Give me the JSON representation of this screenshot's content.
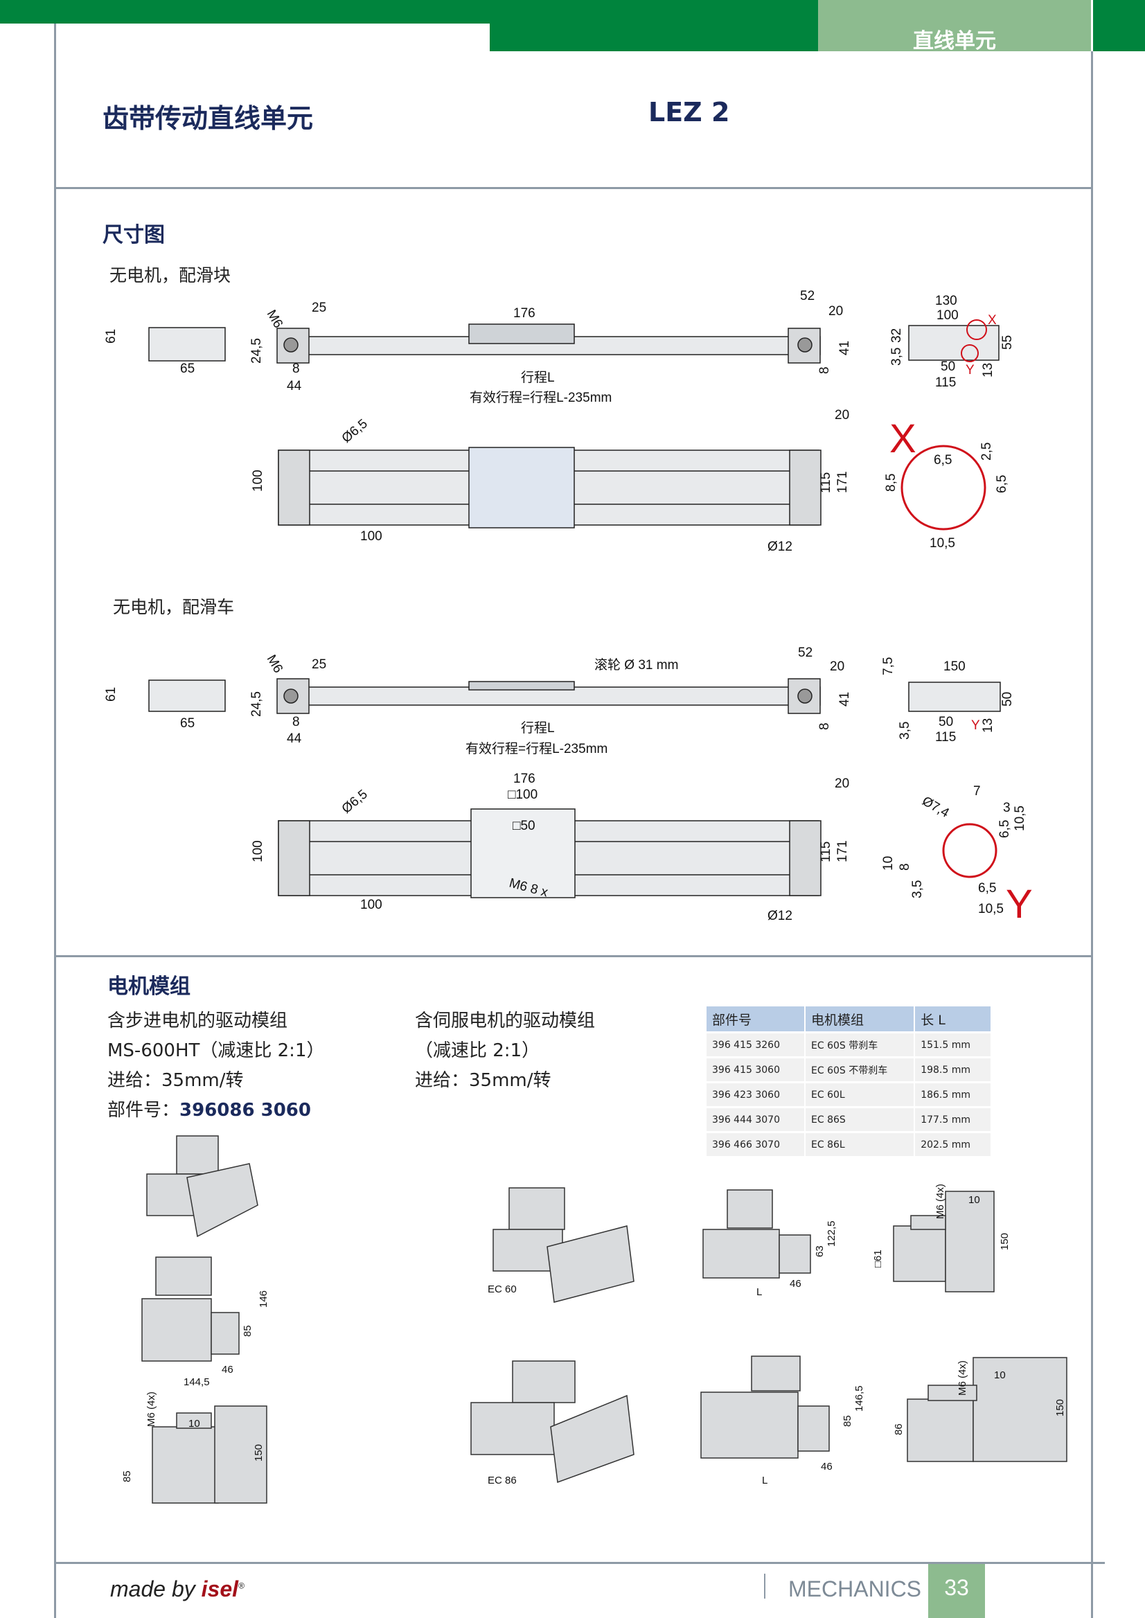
{
  "header": {
    "section_tab": "直线单元",
    "side_label": "mechanics",
    "title": "齿带传动直线单元",
    "model": "LEZ 2"
  },
  "dimensions": {
    "heading": "尺寸图",
    "variant1": {
      "caption": "无电机，配滑块",
      "labels": [
        "61",
        "65",
        "M6",
        "25",
        "24,5",
        "8",
        "44",
        "176",
        "行程L",
        "有效行程=行程L-235mm",
        "52",
        "20",
        "41",
        "8",
        "130",
        "100",
        "32",
        "3,5",
        "55",
        "50",
        "115",
        "13",
        "X",
        "Y"
      ],
      "plan": [
        "Ø6,5",
        "100",
        "100",
        "20",
        "115",
        "171",
        "Ø12"
      ],
      "detail": [
        "X",
        "6,5",
        "2,5",
        "8,5",
        "6,5",
        "10,5"
      ]
    },
    "variant2": {
      "caption": "无电机，配滑车",
      "labels": [
        "61",
        "65",
        "M6",
        "25",
        "24,5",
        "8",
        "44",
        "滚轮  Ø 31 mm",
        "行程L",
        "有效行程=行程L-235mm",
        "52",
        "20",
        "41",
        "8",
        "7,5",
        "150",
        "50",
        "3,5",
        "50",
        "115",
        "13",
        "Y"
      ],
      "plan": [
        "176",
        "□100",
        "□50",
        "M6 8 x",
        "Ø6,5",
        "100",
        "100",
        "20",
        "115",
        "171",
        "Ø12"
      ],
      "detail": [
        "Ø7,4",
        "7",
        "3",
        "6,5",
        "10,5",
        "10",
        "8",
        "3,5",
        "6,5",
        "10,5",
        "Y"
      ]
    }
  },
  "motors": {
    "heading": "电机模组",
    "stepper": {
      "line1": "含步进电机的驱动模组",
      "line2": "MS-600HT（减速比 2:1）",
      "line3": "进给：35mm/转",
      "part_label": "部件号：",
      "part_no": "396086 3060",
      "dims": [
        "146",
        "85",
        "46",
        "144,5",
        "M6 (4x)",
        "10",
        "150",
        "85"
      ]
    },
    "servo": {
      "line1": "含伺服电机的驱动模组",
      "line2": "（减速比 2:1）",
      "line3": "进给：35mm/转",
      "ec60": "EC 60",
      "ec86": "EC 86",
      "ec60_dims": [
        "122,5",
        "63",
        "46",
        "L",
        "M6 (4x)",
        "10",
        "□61",
        "150"
      ],
      "ec86_dims": [
        "146,5",
        "85",
        "46",
        "L",
        "M6 (4x)",
        "10",
        "86",
        "150"
      ]
    },
    "table": {
      "headers": [
        "部件号",
        "电机模组",
        "长 L"
      ],
      "rows": [
        [
          "396 415 3260",
          "EC 60S 带刹车",
          "151.5 mm"
        ],
        [
          "396 415 3060",
          "EC 60S 不带刹车",
          "198.5 mm"
        ],
        [
          "396 423 3060",
          "EC 60L",
          "186.5 mm"
        ],
        [
          "396 444 3070",
          "EC 86S",
          "177.5 mm"
        ],
        [
          "396 466 3070",
          "EC 86L",
          "202.5 mm"
        ]
      ]
    }
  },
  "footer": {
    "made_by": "made by ",
    "brand": "isel",
    "reg": "®",
    "section": "MECHANICS",
    "page": "33"
  },
  "colors": {
    "green": "#00843d",
    "light_green": "#8dbb8f",
    "navy": "#1b2a5c",
    "red": "#d0101a"
  }
}
